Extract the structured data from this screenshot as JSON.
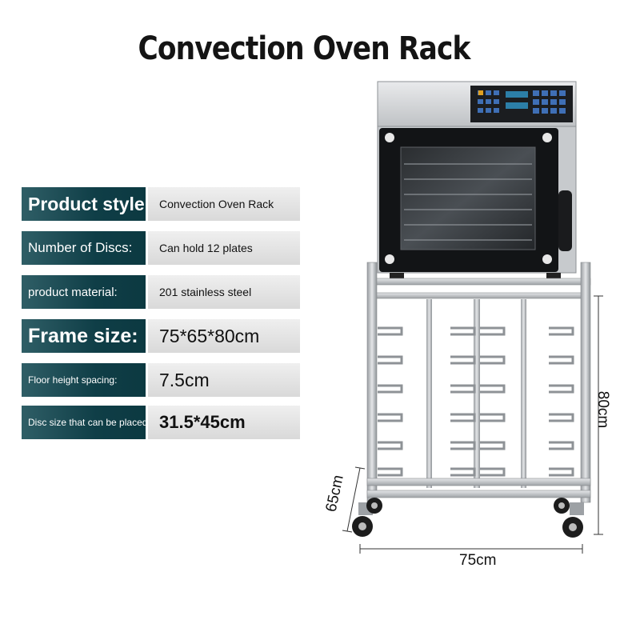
{
  "title": "Convection Oven Rack",
  "specs": [
    {
      "label": "Product style:",
      "value": "Convection Oven Rack"
    },
    {
      "label": "Number of Discs:",
      "value": "Can hold 12 plates"
    },
    {
      "label": "product material:",
      "value": "201 stainless steel"
    },
    {
      "label": "Frame size:",
      "value": "75*65*80cm"
    },
    {
      "label": "Floor height spacing:",
      "value": "7.5cm"
    },
    {
      "label": "Disc size that can be placed:",
      "value": "31.5*45cm"
    }
  ],
  "dimensions": {
    "width": "75cm",
    "depth": "65cm",
    "height": "80cm"
  },
  "colors": {
    "label_bg": "#0f3e47",
    "value_bg": "#e3e3e3",
    "steel": "#c6c9cc",
    "oven_glass": "#1a1a1a"
  }
}
